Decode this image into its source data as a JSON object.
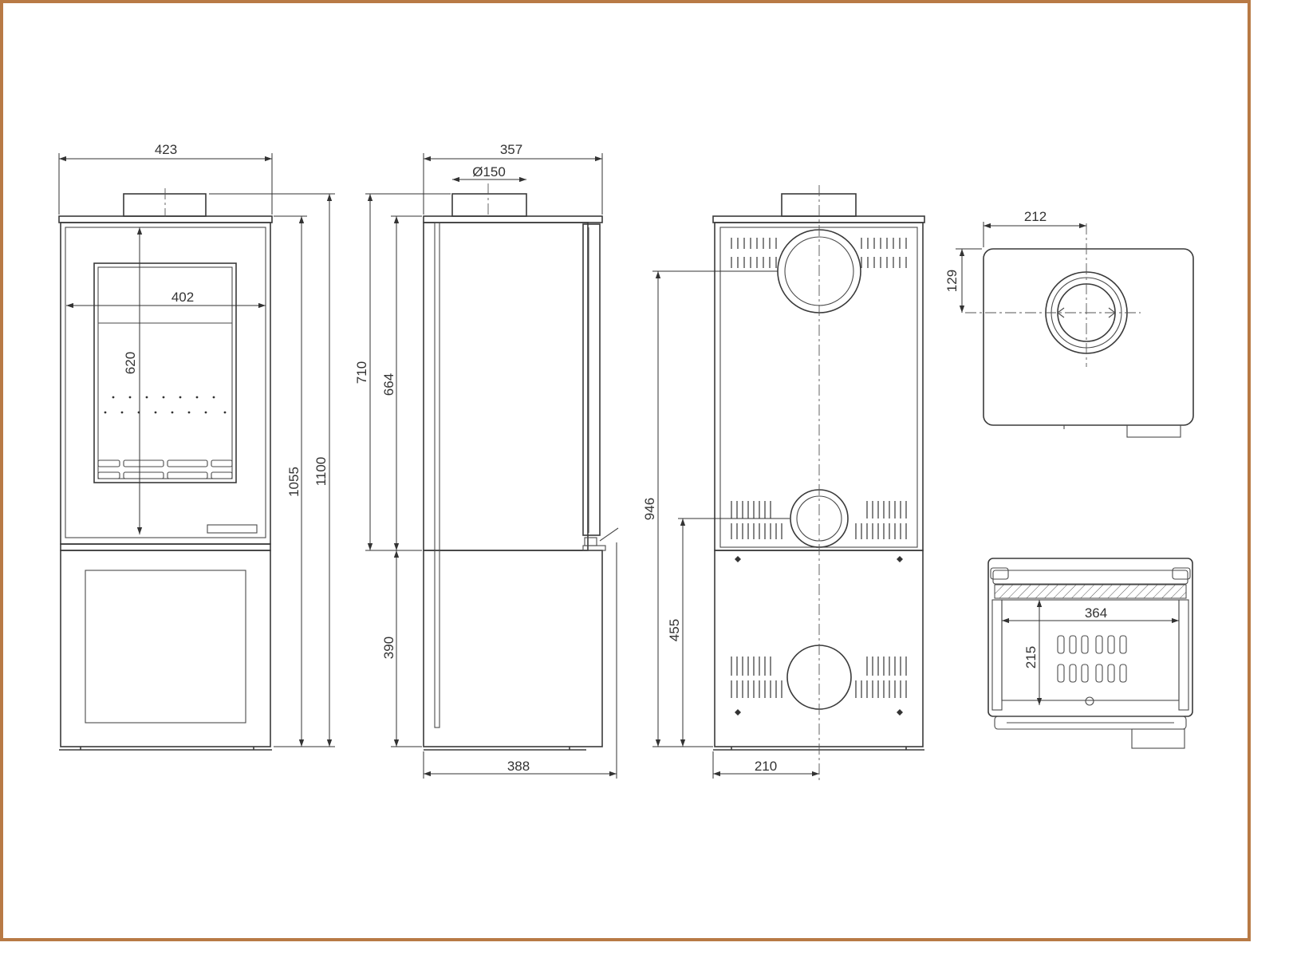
{
  "border_color": "#b87a45",
  "line_color": "#3a3a3a",
  "views": {
    "front": {
      "width": "423",
      "glass_width": "402",
      "glass_height": "620",
      "height_to_top": "1055",
      "height_total": "1100"
    },
    "side": {
      "depth": "357",
      "flue_diameter": "Ø150",
      "upper_height": "710",
      "door_height": "664",
      "base_height": "390",
      "base_depth": "388"
    },
    "rear": {
      "rear_outlet_height": "946",
      "lower_outlet_height": "455",
      "center_offset": "210"
    },
    "top": {
      "flue_offset_x": "212",
      "flue_offset_y": "129"
    },
    "section": {
      "firebox_width": "364",
      "firebox_depth": "215"
    }
  }
}
